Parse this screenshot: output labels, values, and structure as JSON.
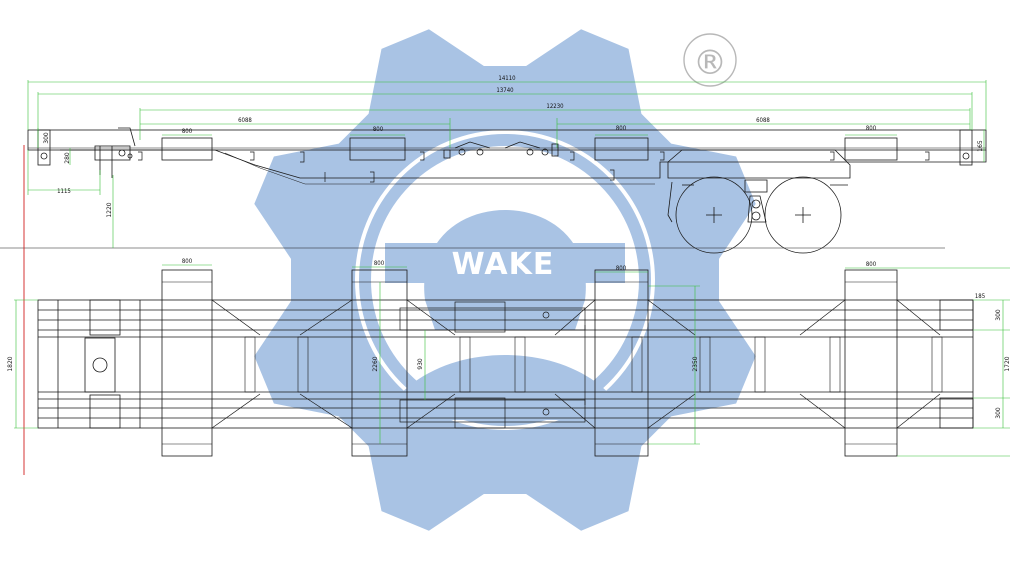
{
  "watermark": {
    "brand": "WAKE",
    "registered_mark": "®",
    "color": "#a9c3e4"
  },
  "colors": {
    "dimension": "#38c038",
    "structure": "#1a1a1a",
    "datum": "#d02020"
  },
  "side_view": {
    "dims": {
      "overall": "14110",
      "inner": "13740",
      "center_span": "12230",
      "half_left": "6088",
      "half_right": "6088",
      "twist_lock_w1": "800",
      "twist_lock_w2": "800",
      "twist_lock_w3": "800",
      "twist_lock_w4": "800",
      "front_height": "300",
      "neck_height": "280",
      "rear_height": "165",
      "kingpin_offset": "1115",
      "kingpin_height": "1220"
    }
  },
  "top_view": {
    "dims": {
      "width_left": "1820",
      "crossbeam_w1": "800",
      "crossbeam_w2": "800",
      "crossbeam_w3": "800",
      "crossbeam_w4": "800",
      "span_a": "2260",
      "span_center": "930",
      "span_b": "2350",
      "rear_offset": "185",
      "rear_top": "300",
      "rear_bottom": "300",
      "rear_width": "1720"
    }
  }
}
